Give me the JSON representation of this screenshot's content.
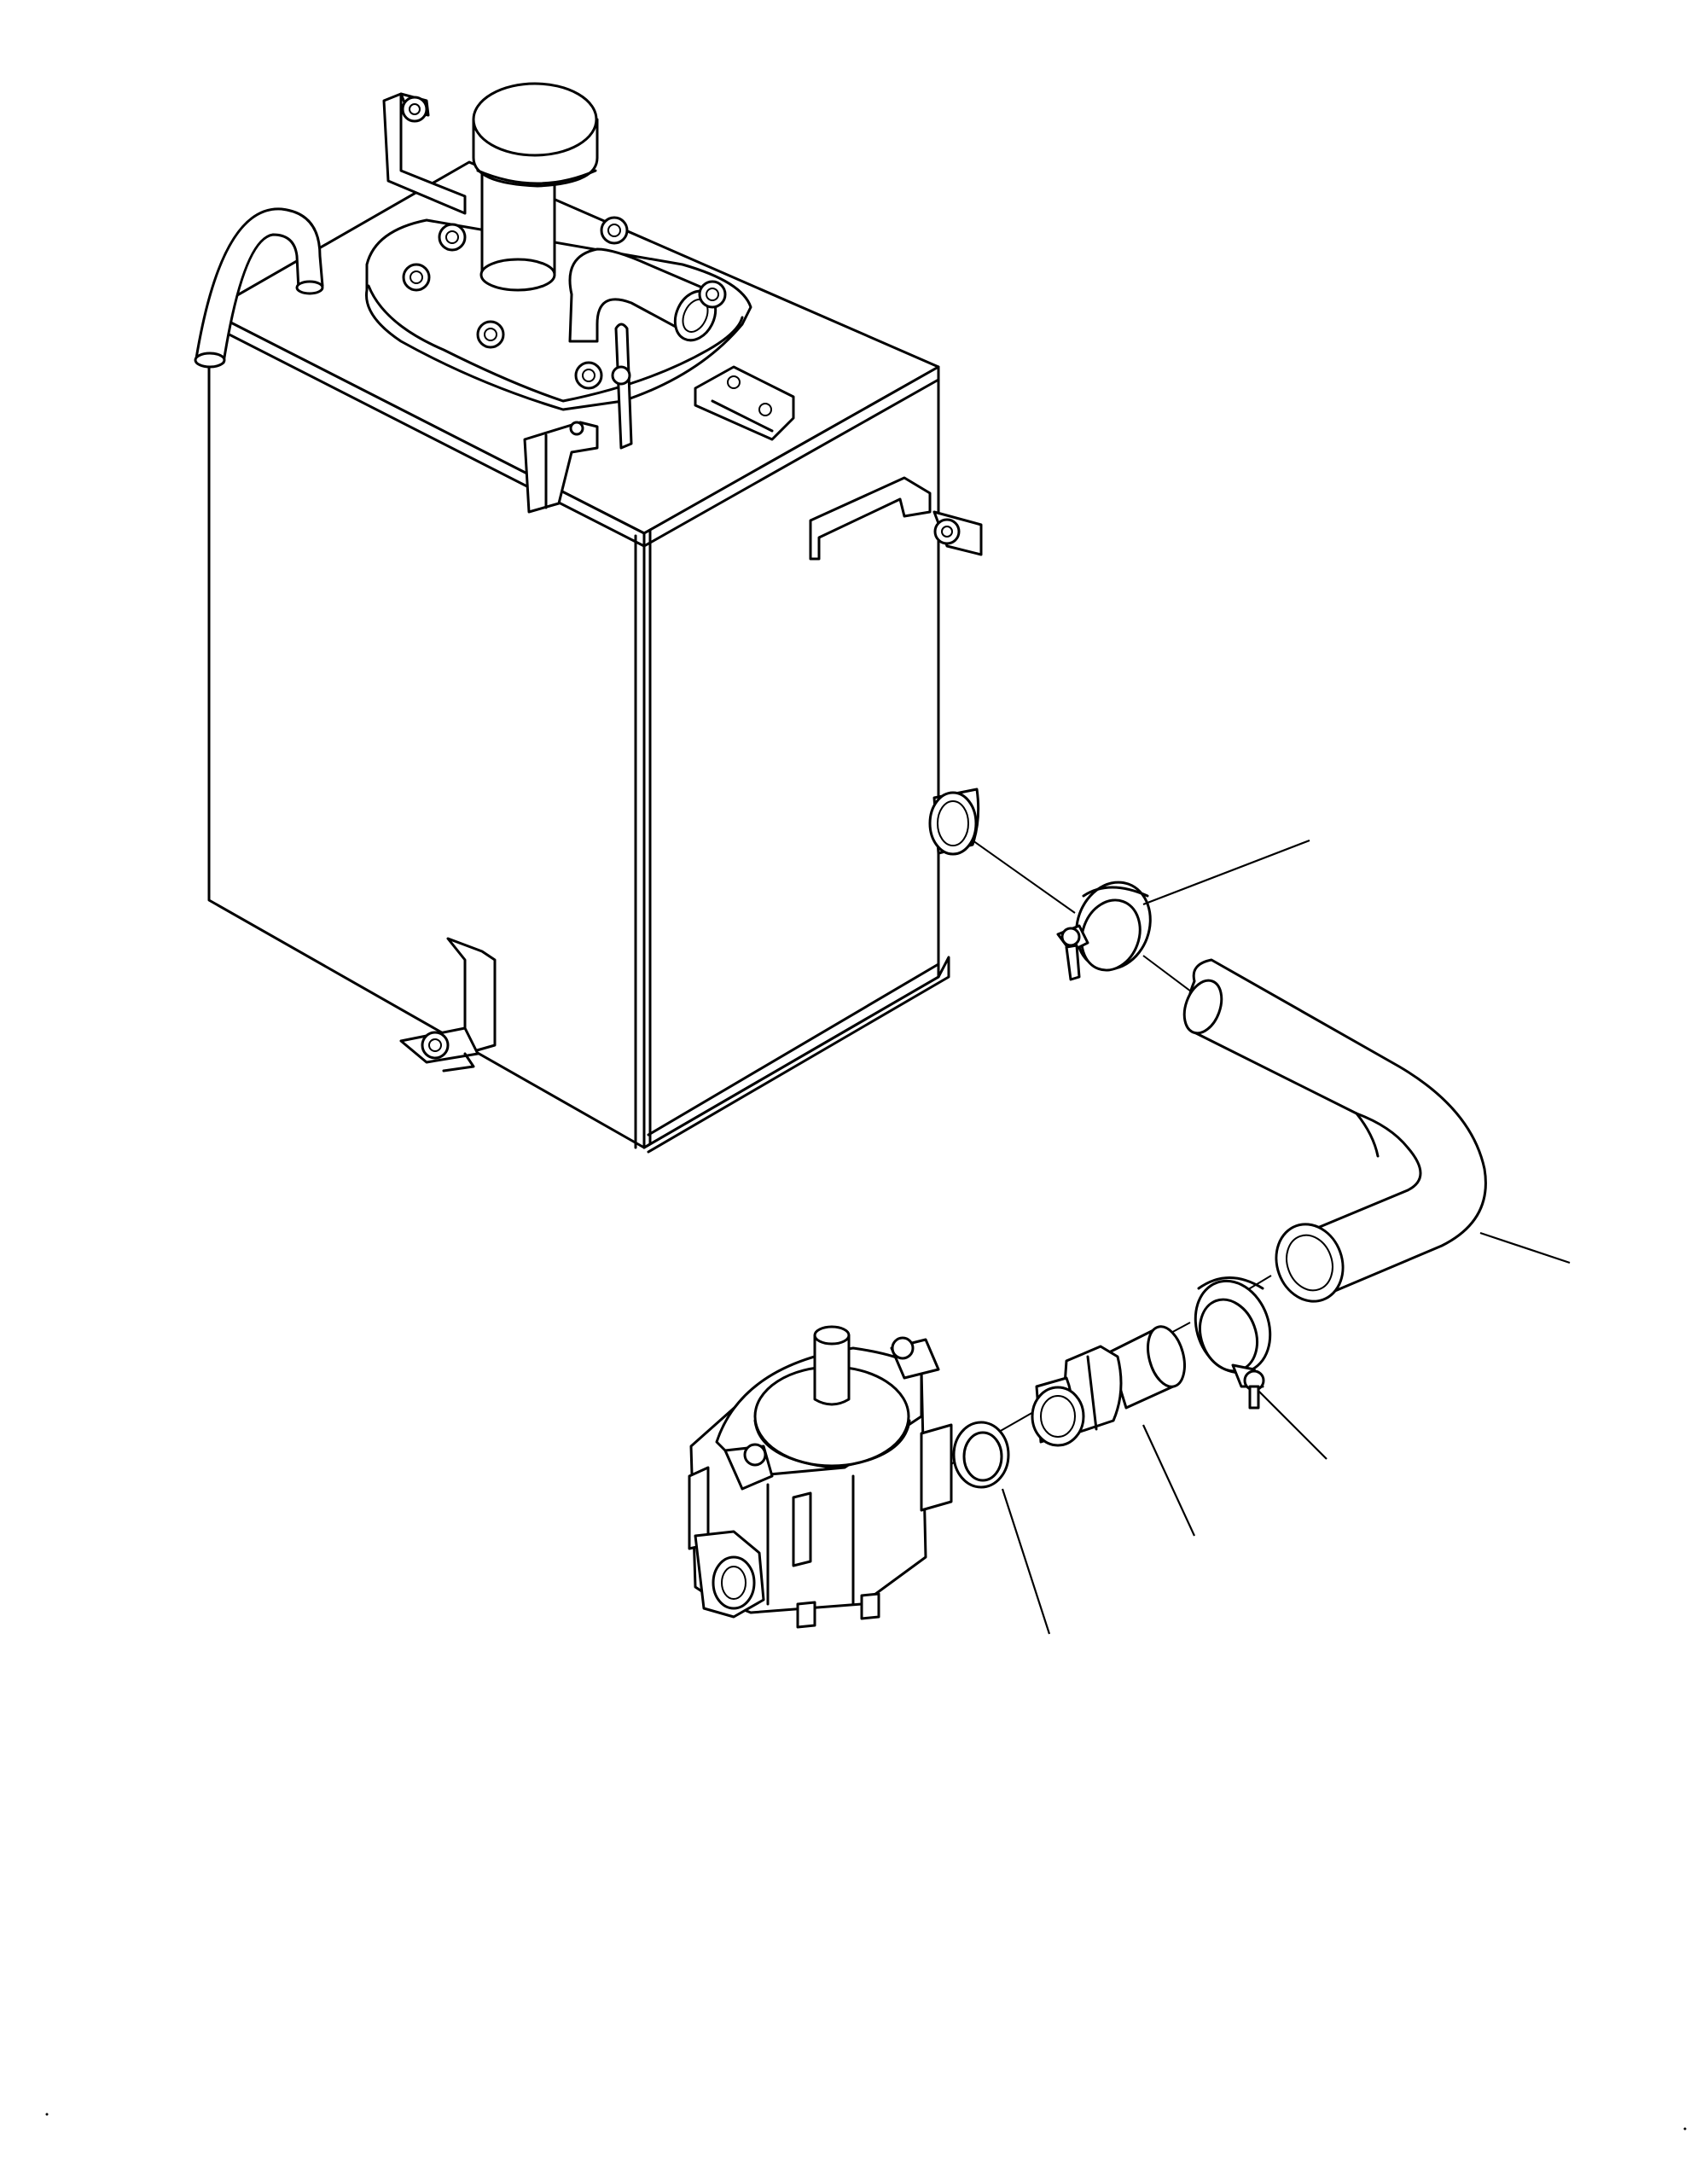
{
  "figure": {
    "type": "exploded parts diagram",
    "line_color": "#000000",
    "background": "#ffffff"
  },
  "parts": [
    {
      "id": "hydraulic-tank",
      "icon": "tank-icon"
    },
    {
      "id": "upper-hose-clamp",
      "icon": "clamp-icon"
    },
    {
      "id": "suction-hose",
      "icon": "hose-icon"
    },
    {
      "id": "lower-hose-clamp",
      "icon": "clamp-icon"
    },
    {
      "id": "hose-fitting",
      "icon": "fitting-icon"
    },
    {
      "id": "o-ring",
      "icon": "o-ring-icon"
    },
    {
      "id": "hydraulic-pump",
      "icon": "pump-icon"
    }
  ]
}
